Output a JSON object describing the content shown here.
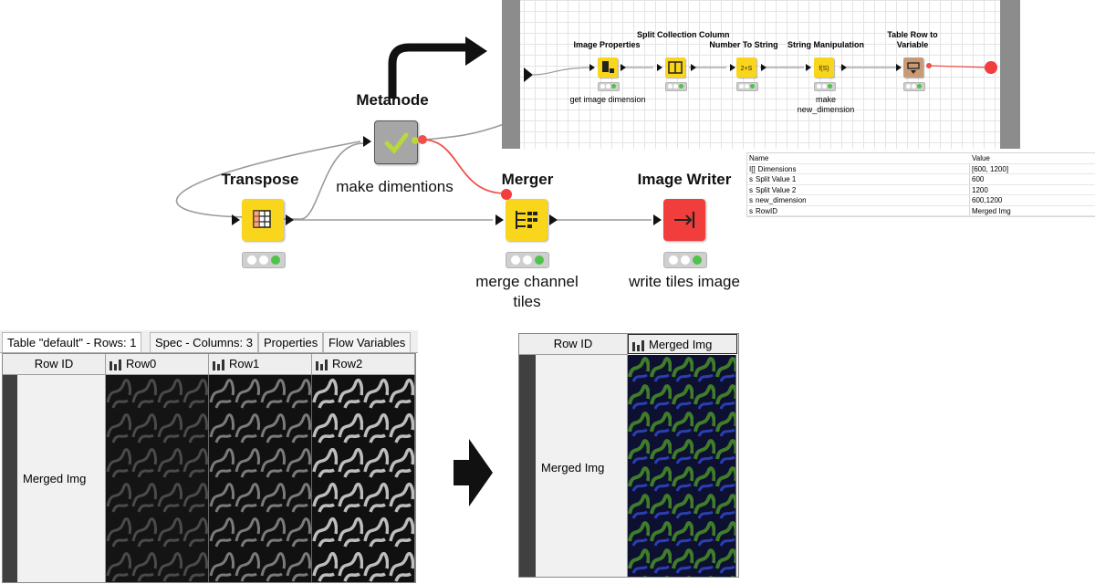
{
  "workflow": {
    "nodes": {
      "metanode": {
        "title": "Metanode",
        "label": "make dimentions"
      },
      "transpose": {
        "title": "Transpose",
        "label": ""
      },
      "merger": {
        "title": "Merger",
        "label": "merge channel tiles"
      },
      "image_writer": {
        "title": "Image Writer",
        "label": "write tiles image"
      }
    },
    "inner_nodes": [
      {
        "title": "Image Properties",
        "label": "get image dimension",
        "icon": "image-properties-icon"
      },
      {
        "title": "Split Collection Column",
        "label": "",
        "icon": "split-collection-icon"
      },
      {
        "title": "Number To String",
        "label": "",
        "icon": "number-to-string-icon"
      },
      {
        "title": "String Manipulation",
        "label": "make new_dimension",
        "icon": "string-manipulation-icon"
      },
      {
        "title": "Table Row to Variable",
        "label": "",
        "icon": "table-row-to-variable-icon"
      }
    ],
    "number_to_string_glyph": "2+S",
    "string_manip_glyph": "f(S)"
  },
  "variables": {
    "headers": [
      "Name",
      "Value"
    ],
    "rows": [
      {
        "type": "I[]",
        "name": "Dimensions",
        "value": "[600, 1200]"
      },
      {
        "type": "s",
        "name": "Split Value 1",
        "value": "600"
      },
      {
        "type": "s",
        "name": "Split Value 2",
        "value": "1200"
      },
      {
        "type": "s",
        "name": "new_dimension",
        "value": "600,1200"
      },
      {
        "type": "s",
        "name": "RowID",
        "value": "Merged Img"
      }
    ]
  },
  "table_left": {
    "tabs": [
      "Table \"default\" - Rows: 1",
      "Spec - Columns: 3",
      "Properties",
      "Flow Variables"
    ],
    "columns": [
      "Row ID",
      "Row0",
      "Row1",
      "Row2"
    ],
    "row_id": "Merged Img"
  },
  "table_right": {
    "columns": [
      "Row ID",
      "Merged Img"
    ],
    "row_id": "Merged Img"
  },
  "colors": {
    "node_yellow": "#f9d51b",
    "node_red": "#f23d3d",
    "metanode_gray": "#a6a6a6",
    "flow_variable_red": "#f0504a",
    "check_green": "#b7d93b"
  }
}
